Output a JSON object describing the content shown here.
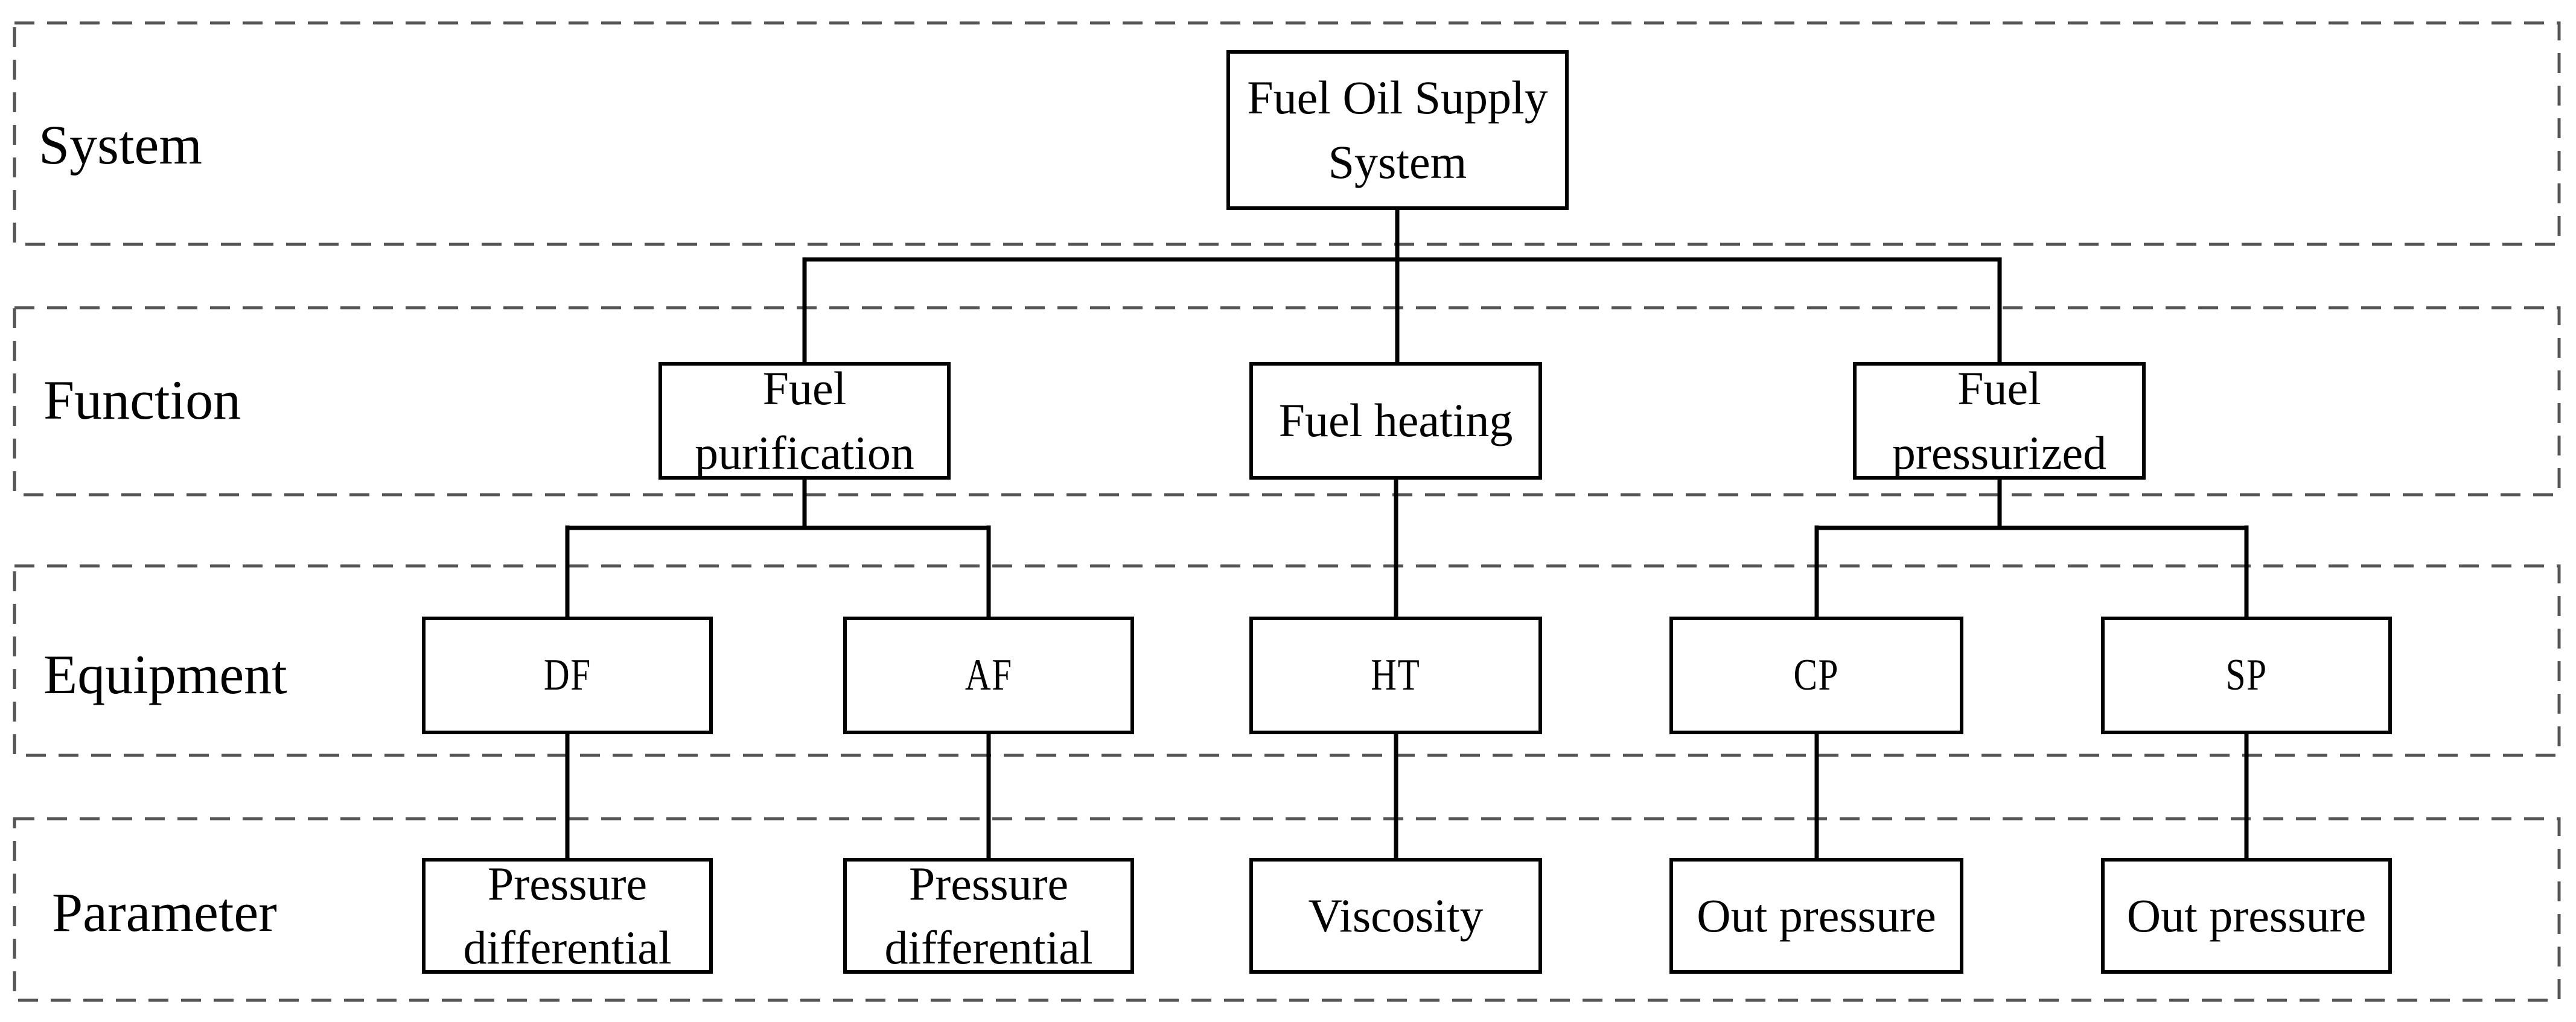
{
  "figure": {
    "title": "Fuel oil supply system hierarchy diagram",
    "background_color": "#ffffff",
    "line_color": "#000000",
    "band_border_color": "#555555"
  },
  "bands": [
    {
      "label": "System"
    },
    {
      "label": "Function"
    },
    {
      "label": "Equipment"
    },
    {
      "label": "Parameter"
    }
  ],
  "nodes": {
    "system": {
      "label": "Fuel Oil Supply\nSystem"
    },
    "functions": [
      {
        "label": "Fuel\npurification"
      },
      {
        "label": "Fuel heating"
      },
      {
        "label": "Fuel\npressurized"
      }
    ],
    "equipment": [
      {
        "label": "DF"
      },
      {
        "label": "AF"
      },
      {
        "label": "HT"
      },
      {
        "label": "CP"
      },
      {
        "label": "SP"
      }
    ],
    "parameters": [
      {
        "label": "Pressure\ndifferential"
      },
      {
        "label": "Pressure\ndifferential"
      },
      {
        "label": "Viscosity"
      },
      {
        "label": "Out pressure"
      },
      {
        "label": "Out pressure"
      }
    ]
  },
  "edges": [
    {
      "from": "Fuel Oil Supply System",
      "to": "Fuel purification"
    },
    {
      "from": "Fuel Oil Supply System",
      "to": "Fuel heating"
    },
    {
      "from": "Fuel Oil Supply System",
      "to": "Fuel pressurized"
    },
    {
      "from": "Fuel purification",
      "to": "DF"
    },
    {
      "from": "Fuel purification",
      "to": "AF"
    },
    {
      "from": "Fuel heating",
      "to": "HT"
    },
    {
      "from": "Fuel pressurized",
      "to": "CP"
    },
    {
      "from": "Fuel pressurized",
      "to": "SP"
    },
    {
      "from": "DF",
      "to": "Pressure differential"
    },
    {
      "from": "AF",
      "to": "Pressure differential"
    },
    {
      "from": "HT",
      "to": "Viscosity"
    },
    {
      "from": "CP",
      "to": "Out pressure"
    },
    {
      "from": "SP",
      "to": "Out pressure"
    }
  ]
}
